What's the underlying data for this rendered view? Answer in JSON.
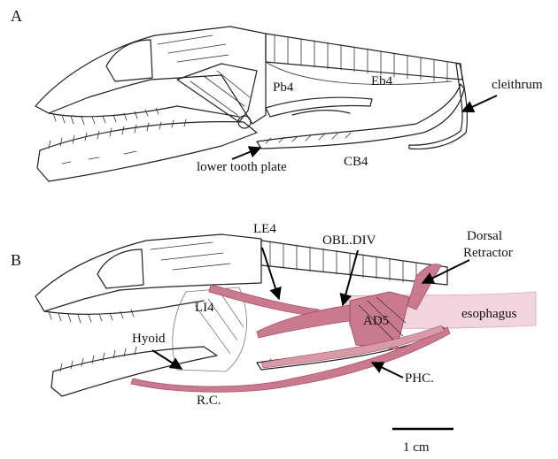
{
  "panels": {
    "a": {
      "letter": "A"
    },
    "b": {
      "letter": "B"
    }
  },
  "labels_a": {
    "pb4": "Pb4",
    "eb4": "Eb4",
    "cleithrum": "cleithrum",
    "lower_tooth_plate": "lower tooth plate",
    "cb4": "CB4"
  },
  "labels_b": {
    "le4": "LE4",
    "obl_div": "OBL.DIV",
    "dorsal": "Dorsal",
    "retractor": "Retractor",
    "li4": "LI4",
    "ad5": "AD5",
    "esophagus": "esophagus",
    "hyoid": "Hyoid",
    "rc": "R.C.",
    "phc": "PHC."
  },
  "scale_bar": {
    "label": "1 cm"
  },
  "colors": {
    "muscle": "#c97a8e",
    "muscle_dark": "#a84f68",
    "esophagus": "#f2d4df",
    "ink": "#222222"
  }
}
